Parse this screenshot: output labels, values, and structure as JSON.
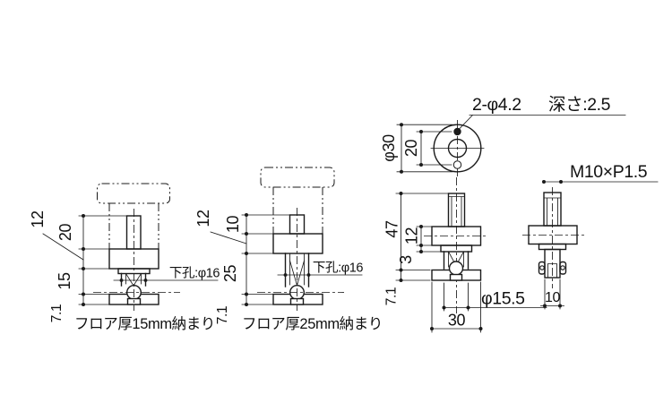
{
  "drawing": {
    "colors": {
      "line": "#1a1a1a",
      "background": "#ffffff"
    },
    "views": {
      "floor15": {
        "caption": "フロア厚15mm納まり",
        "pilot_note": "下孔:φ16",
        "dim_flange": "12",
        "dim_stud": "20",
        "dim_floor": "15",
        "dim_foot": "7.1"
      },
      "floor25": {
        "caption": "フロア厚25mm納まり",
        "pilot_note": "下孔:φ16",
        "dim_flange": "12",
        "dim_stud": "10",
        "dim_floor": "25",
        "dim_foot": "7.1"
      },
      "top": {
        "note_holes": "2-φ4.2",
        "note_depth": "深さ:2.5",
        "dim_outer": "φ30",
        "dim_pitch": "20"
      },
      "front": {
        "dim_total": "47",
        "dim_flange": "12",
        "dim_step": "3",
        "dim_foot": "7.1",
        "dim_width": "30",
        "dim_sleeve": "φ15.5"
      },
      "side": {
        "thread": "M10×P1.5",
        "dim_body": "10"
      }
    }
  }
}
